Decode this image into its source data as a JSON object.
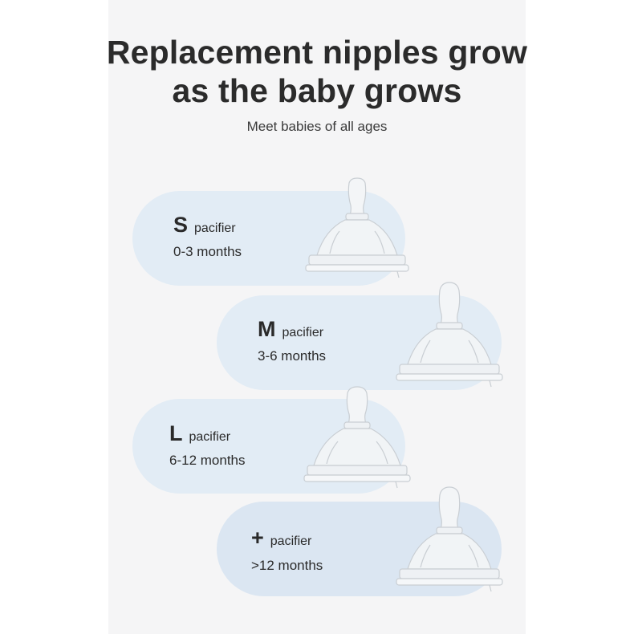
{
  "header": {
    "title_line1": "Replacement nipples grow",
    "title_line2": "as the baby grows",
    "subtitle": "Meet babies of all ages"
  },
  "sizes": [
    {
      "letter": "S",
      "word": "pacifier",
      "age": "0-3 months"
    },
    {
      "letter": "M",
      "word": "pacifier",
      "age": "3-6 months"
    },
    {
      "letter": "L",
      "word": "pacifier",
      "age": "6-12 months"
    },
    {
      "letter": "+",
      "word": "pacifier",
      "age": ">12 months"
    }
  ],
  "colors": {
    "panel": "#f5f5f6",
    "pill": "#e2ecf5",
    "pill_alt": "#dbe6f2",
    "text": "#2b2b2b"
  }
}
